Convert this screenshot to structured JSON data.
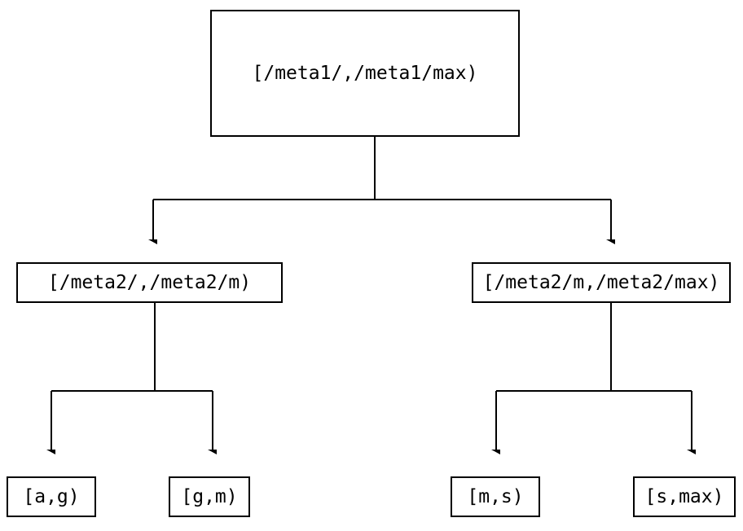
{
  "diagram": {
    "type": "tree",
    "title": "",
    "background_color": "#ffffff",
    "line_color": "#000000",
    "text_color": "#000000",
    "nodes": {
      "root": {
        "label": "[/meta1/,/meta1/max)"
      },
      "mid_left": {
        "label": "[/meta2/,/meta2/m)"
      },
      "mid_right": {
        "label": "[/meta2/m,/meta2/max)"
      },
      "leaves": [
        {
          "label": "[a,g)"
        },
        {
          "label": "[g,m)"
        },
        {
          "label": "[m,s)"
        },
        {
          "label": "[s,max)"
        }
      ]
    },
    "edges": [
      {
        "from": "root",
        "to": "mid_left",
        "arrow": "down"
      },
      {
        "from": "root",
        "to": "mid_right",
        "arrow": "down"
      },
      {
        "from": "mid_left",
        "to": "[a,g)",
        "arrow": "down"
      },
      {
        "from": "mid_left",
        "to": "[g,m)",
        "arrow": "down"
      },
      {
        "from": "mid_right",
        "to": "[m,s)",
        "arrow": "down"
      },
      {
        "from": "mid_right",
        "to": "[s,max)",
        "arrow": "down"
      }
    ]
  }
}
